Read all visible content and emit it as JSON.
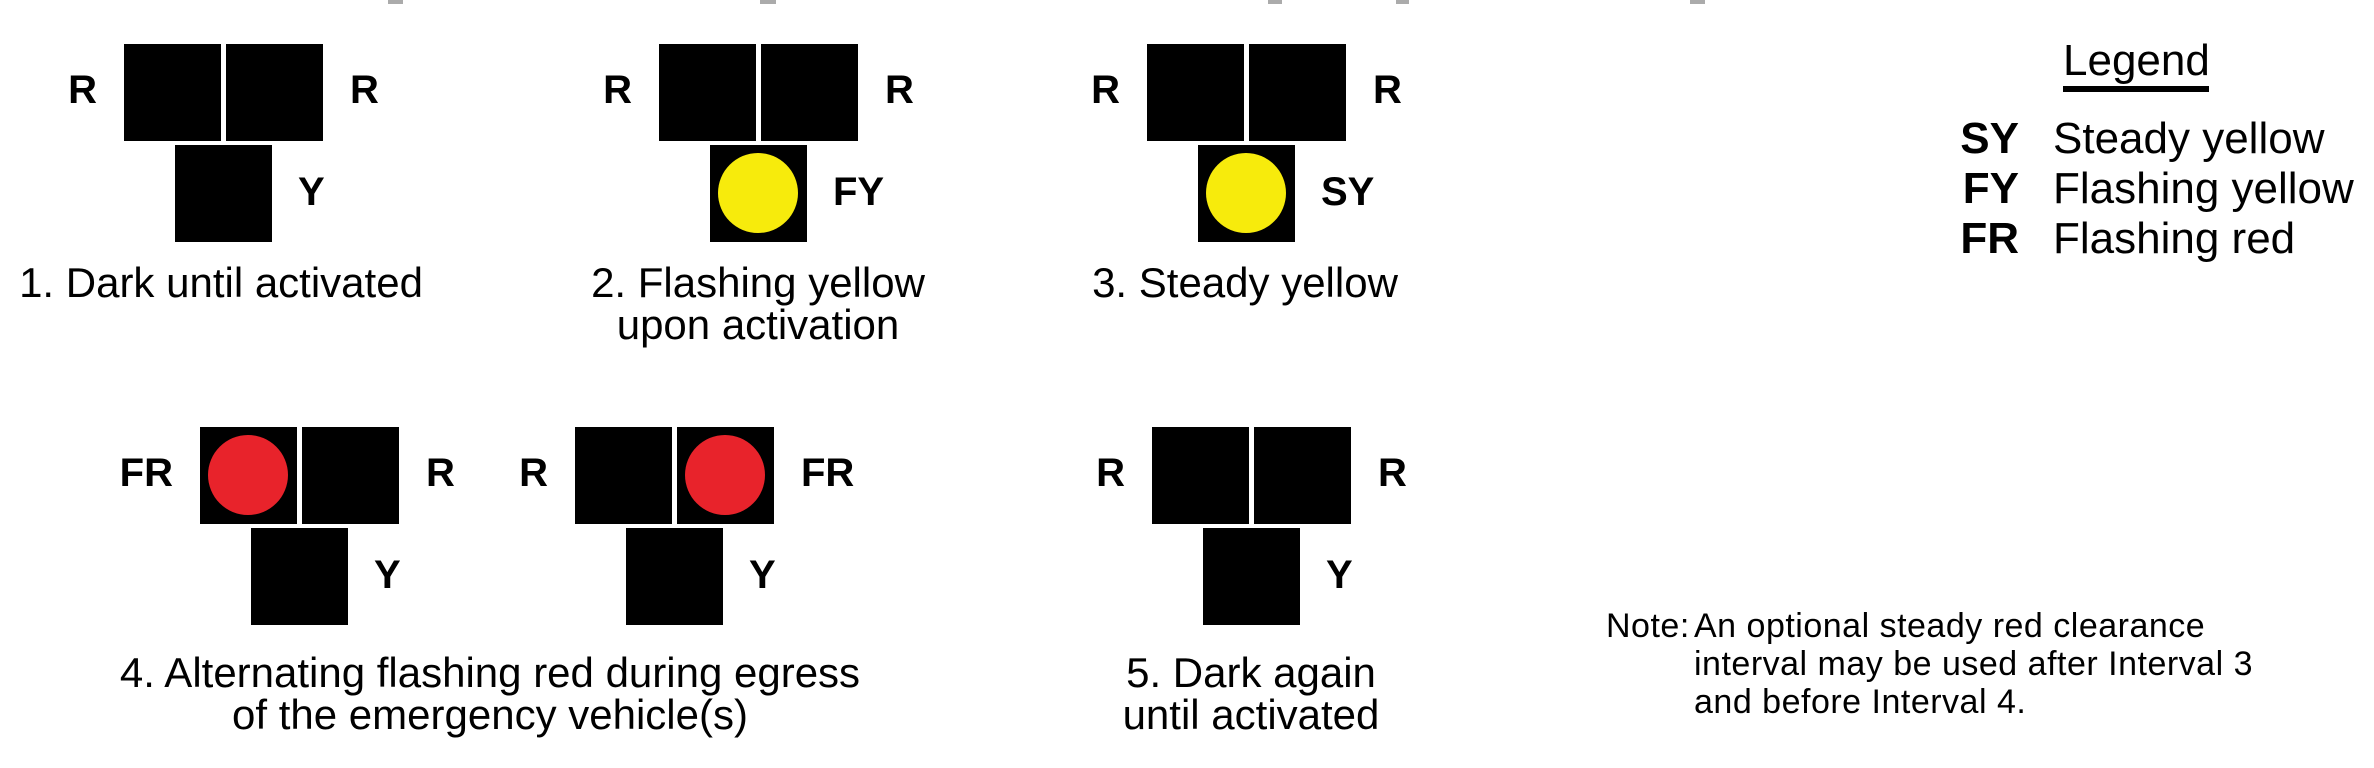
{
  "figure": {
    "intervals": [
      {
        "caption_lines": [
          "1. Dark until activated"
        ],
        "faces": [
          {
            "left_label": "R",
            "right_label": "R",
            "bottom_label": "Y",
            "lenses": {
              "top_left": "dark",
              "top_right": "dark",
              "bottom": "dark"
            }
          }
        ]
      },
      {
        "caption_lines": [
          "2. Flashing yellow",
          "upon activation"
        ],
        "faces": [
          {
            "left_label": "R",
            "right_label": "R",
            "bottom_label": "FY",
            "lenses": {
              "top_left": "dark",
              "top_right": "dark",
              "bottom": "yellow"
            }
          }
        ]
      },
      {
        "caption_lines": [
          "3. Steady yellow"
        ],
        "faces": [
          {
            "left_label": "R",
            "right_label": "R",
            "bottom_label": "SY",
            "lenses": {
              "top_left": "dark",
              "top_right": "dark",
              "bottom": "yellow"
            }
          }
        ]
      },
      {
        "caption_lines": [
          "4. Alternating flashing red during egress",
          "of the emergency vehicle(s)"
        ],
        "faces": [
          {
            "left_label": "FR",
            "right_label": "R",
            "bottom_label": "Y",
            "lenses": {
              "top_left": "red",
              "top_right": "dark",
              "bottom": "dark"
            }
          },
          {
            "left_label": "R",
            "right_label": "FR",
            "bottom_label": "Y",
            "lenses": {
              "top_left": "dark",
              "top_right": "red",
              "bottom": "dark"
            }
          }
        ]
      },
      {
        "caption_lines": [
          "5. Dark again",
          "until activated"
        ],
        "faces": [
          {
            "left_label": "R",
            "right_label": "R",
            "bottom_label": "Y",
            "lenses": {
              "top_left": "dark",
              "top_right": "dark",
              "bottom": "dark"
            }
          }
        ]
      }
    ],
    "legend": {
      "title": "Legend",
      "entries": [
        {
          "abbr": "SY",
          "description": "Steady yellow"
        },
        {
          "abbr": "FY",
          "description": "Flashing yellow"
        },
        {
          "abbr": "FR",
          "description": "Flashing red"
        }
      ]
    },
    "note": {
      "label": "Note:",
      "lines": [
        "An optional steady red clearance",
        "interval may be used after Interval 3",
        "and before Interval 4."
      ]
    },
    "colors": {
      "lens_dark": "#000000",
      "lens_yellow": "#F7EB0C",
      "lens_red": "#E8232B",
      "text": "#000000",
      "background": "#FFFFFF"
    }
  }
}
